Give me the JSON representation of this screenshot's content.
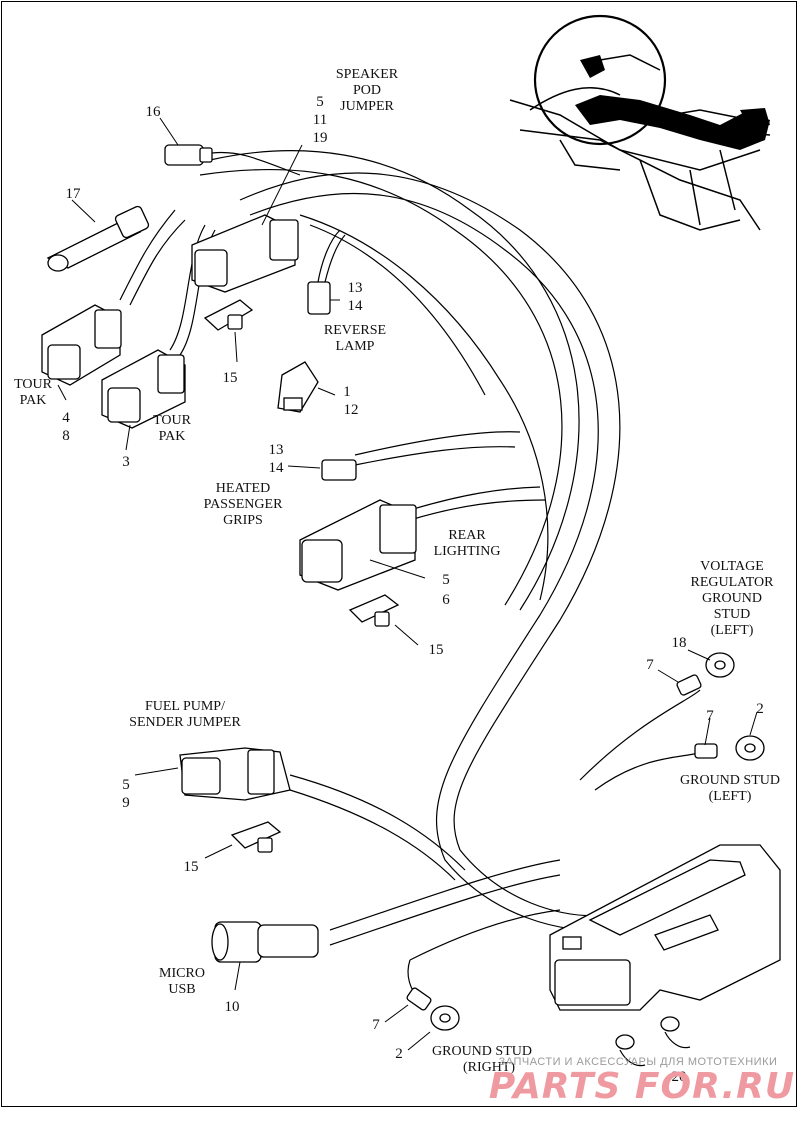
{
  "callouts": {
    "speaker_pod_jumper": [
      "SPEAKER",
      "POD",
      "JUMPER"
    ],
    "n5_11_19": [
      "5",
      "11",
      "19"
    ],
    "n16": "16",
    "n17": "17",
    "n13a": "13",
    "n14a": "14",
    "reverse_lamp": [
      "REVERSE",
      "LAMP"
    ],
    "n15a": "15",
    "n1_12": [
      "1",
      "12"
    ],
    "tour_pak_left": [
      "TOUR",
      "PAK"
    ],
    "n4_8": [
      "4",
      "8"
    ],
    "tour_pak_right": [
      "TOUR",
      "PAK"
    ],
    "n3": "3",
    "n13b": "13",
    "n14b": "14",
    "heated_grips": [
      "HEATED",
      "PASSENGER",
      "GRIPS"
    ],
    "rear_lighting": [
      "REAR",
      "LIGHTING"
    ],
    "n5_6": [
      "5",
      "6"
    ],
    "n15b": "15",
    "voltage_regulator": [
      "VOLTAGE",
      "REGULATOR",
      "GROUND",
      "STUD",
      "(LEFT)"
    ],
    "n18": "18",
    "n7a": "7",
    "n7b": "7",
    "n2a": "2",
    "ground_stud_left": [
      "GROUND STUD",
      "(LEFT)"
    ],
    "fuel_pump": [
      "FUEL PUMP/",
      "SENDER JUMPER"
    ],
    "n5_9": [
      "5",
      "9"
    ],
    "n15c": "15",
    "micro_usb": [
      "MICRO",
      "USB"
    ],
    "n10": "10",
    "n7c": "7",
    "n2b": "2",
    "ground_stud_right": [
      "GROUND STUD",
      "(RIGHT)"
    ],
    "n20": "20"
  },
  "watermark": {
    "caption": "ЗАПЧАСТИ И АКСЕССУАРЫ ДЛЯ МОТОТЕХНИКИ",
    "logo": "PARTS FOR.RU"
  }
}
